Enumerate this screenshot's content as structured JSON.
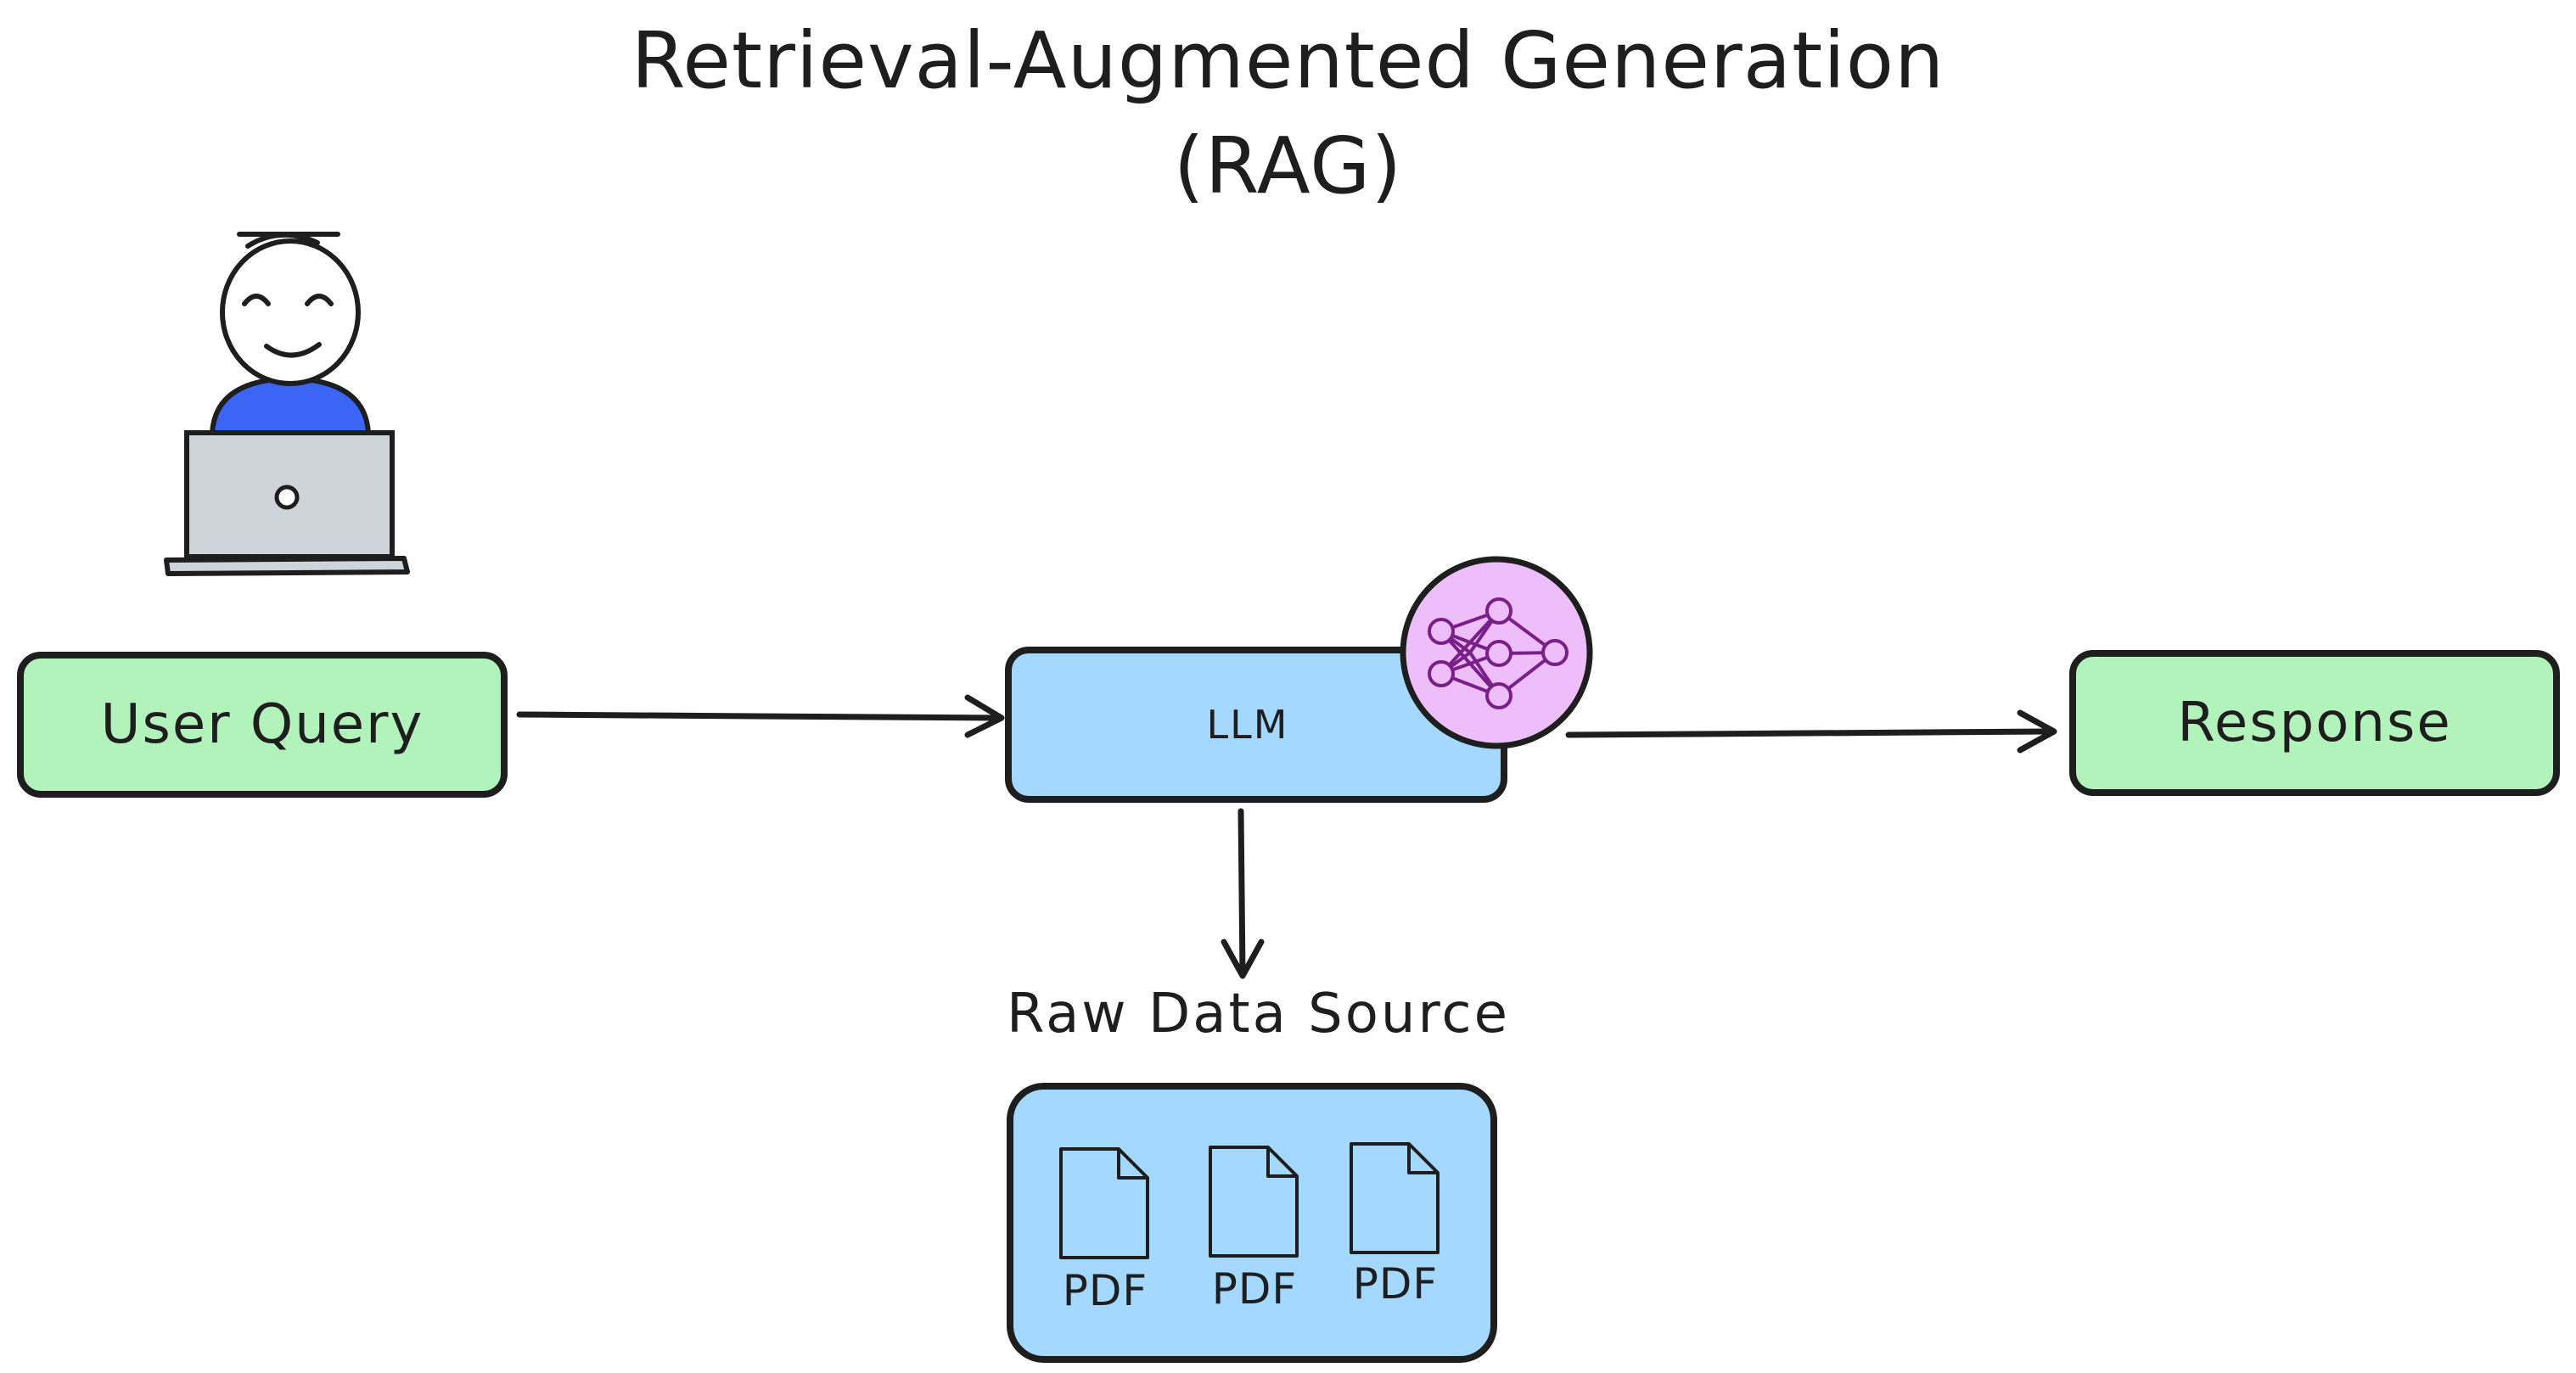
{
  "title": {
    "line1": "Retrieval-Augmented Generation",
    "line2": "(RAG)"
  },
  "nodes": {
    "user_query": "User Query",
    "llm": "LLM",
    "response": "Response",
    "raw_data_source": "Raw Data Source"
  },
  "documents": [
    "PDF",
    "PDF",
    "PDF"
  ],
  "icons": {
    "user": "user-at-laptop-icon",
    "llm": "neural-network-icon",
    "document": "file-icon"
  },
  "colors": {
    "stroke": "#1e1e1e",
    "green_fill": "#b2f2bb",
    "blue_fill": "#a5d8ff",
    "purple_fill": "#eebefa",
    "purple_stroke": "#7a1f8a",
    "shirt": "#3b66f5",
    "laptop": "#ced4da"
  }
}
